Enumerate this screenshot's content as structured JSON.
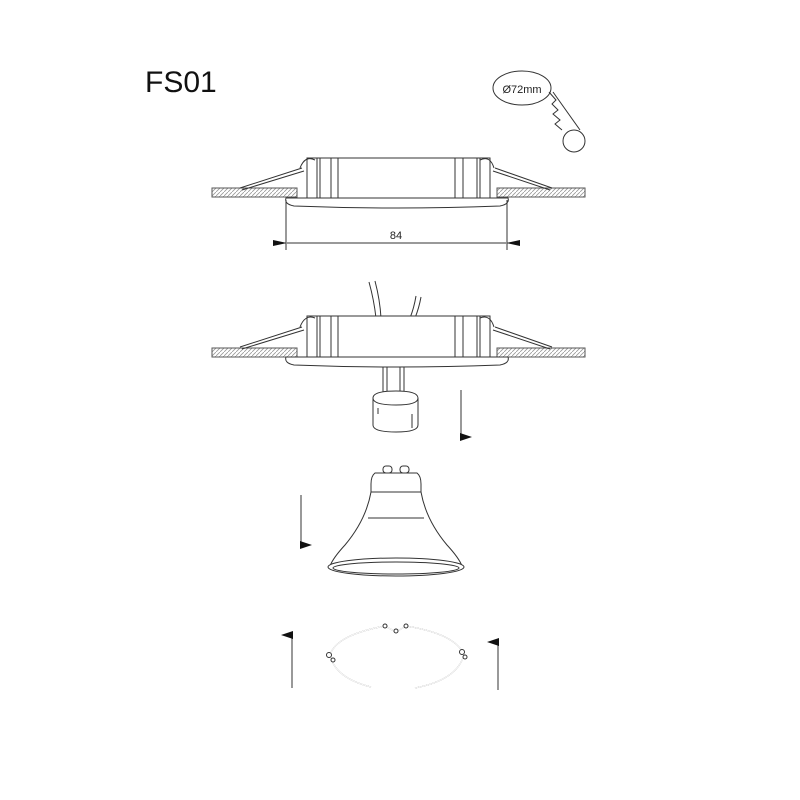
{
  "title": "FS01",
  "cutout_label": "Ø72mm",
  "dimension_label": "84",
  "colors": {
    "line": "#333333",
    "background": "#ffffff"
  }
}
